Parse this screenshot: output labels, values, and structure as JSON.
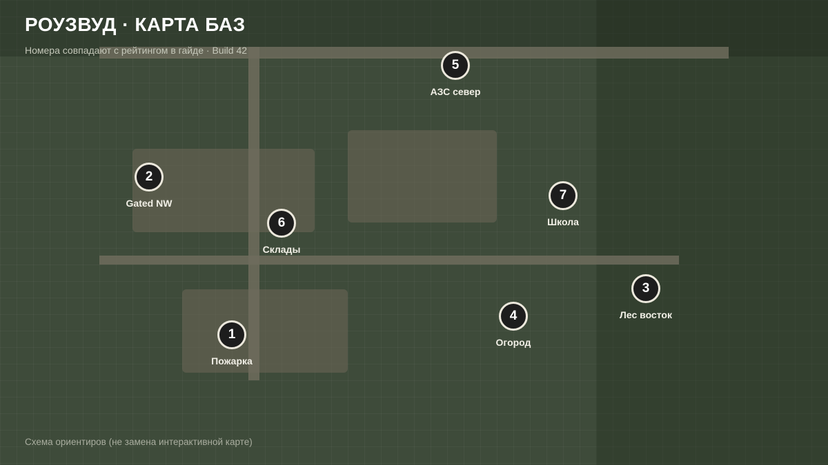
{
  "header": {
    "title": "РОУЗВУД · КАРТА БАЗ",
    "subtitle": "Номера совпадают с рейтингом в гайде · Build 42"
  },
  "markers": [
    {
      "number": "1",
      "label": "Пожарка"
    },
    {
      "number": "2",
      "label": "Gated NW"
    },
    {
      "number": "3",
      "label": "Лес восток"
    },
    {
      "number": "4",
      "label": "Огород"
    },
    {
      "number": "5",
      "label": "АЗС север"
    },
    {
      "number": "6",
      "label": "Склады"
    },
    {
      "number": "7",
      "label": "Школа"
    }
  ],
  "footer": {
    "note": "Схема ориентиров (не замена интерактивной карте)"
  },
  "colors": {
    "background": "#3e4b3a",
    "road": "#6e6c5d",
    "marker_fill": "#1d1d1d",
    "marker_ring": "#ece8dc",
    "label": "#f1efe6"
  }
}
